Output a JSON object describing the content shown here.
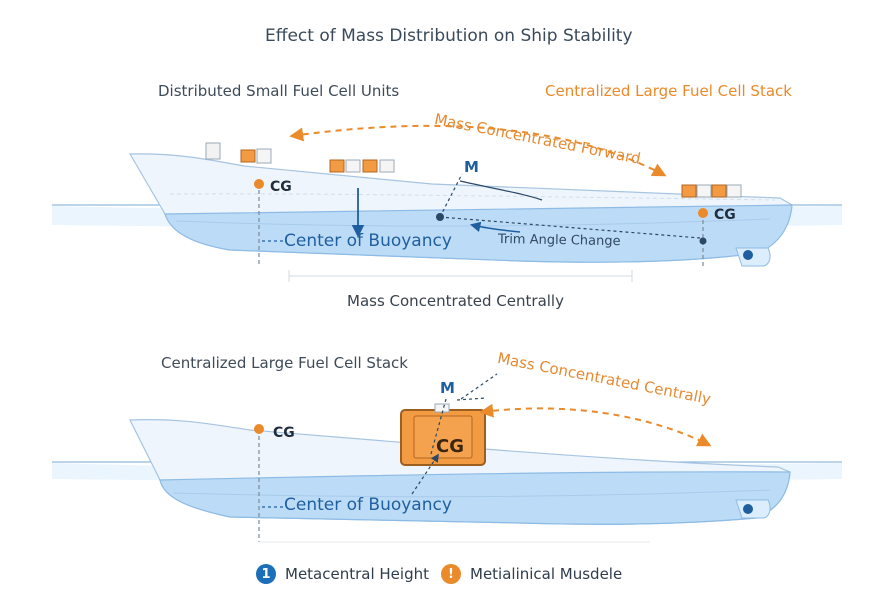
{
  "title": "Effect of Mass Distribution on Ship Stability",
  "top_panel": {
    "left_heading": "Distributed Small Fuel Cell Units",
    "right_heading": "Centralized Large Fuel Cell Stack",
    "forward_arrow_label": "Mass Concentrated Forward",
    "metacenter_label": "M",
    "cg_left_label": "CG",
    "cg_right_label": "CG",
    "buoyancy_label": "Center of Buoyancy",
    "trim_label": "Trim Angle Change",
    "caption": "Mass Concentrated Centrally"
  },
  "bottom_panel": {
    "heading": "Centralized Large Fuel Cell Stack",
    "metacenter_label": "M",
    "central_arrow_label": "Mass Concentrated Centrally",
    "cg_left_label": "CG",
    "cg_stack_label": "CG",
    "buoyancy_label": "Center of Buoyancy"
  },
  "legend": [
    {
      "icon_text": "1",
      "label": "Metacentral Height",
      "color": "#1a6fb8"
    },
    {
      "icon_text": "!",
      "label": "Metialinical Musdele",
      "color": "#ea8a2a"
    }
  ],
  "colors": {
    "orange": "#ea8a2a",
    "blue": "#1f5f9f",
    "hull": "#e9f2fb",
    "water": "#cfe5f8"
  }
}
